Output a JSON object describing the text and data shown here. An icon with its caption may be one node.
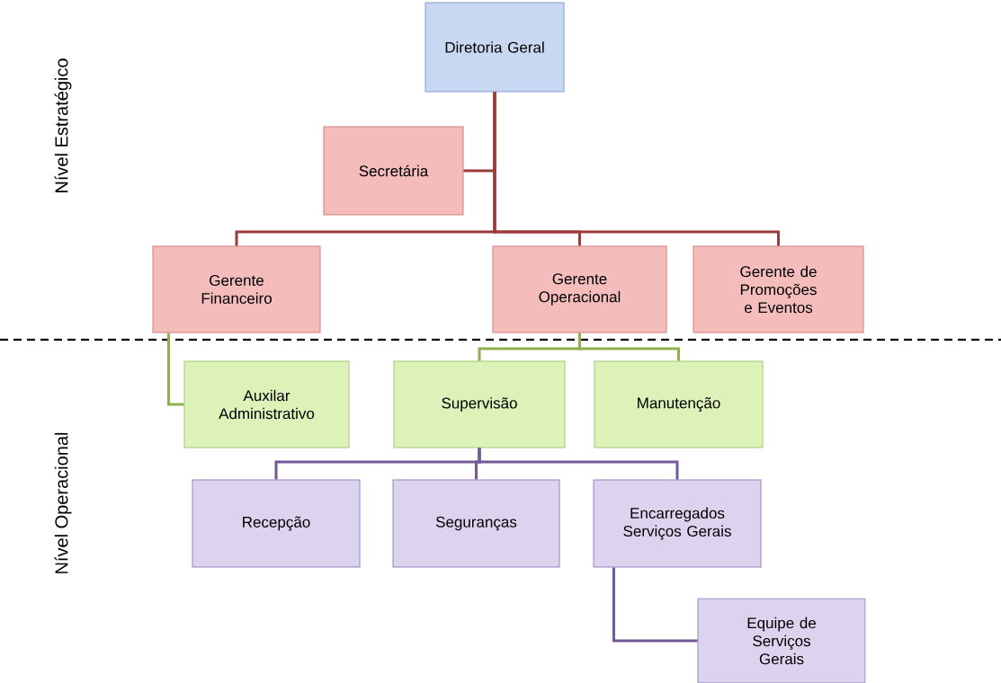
{
  "diagram": {
    "nodes": [
      {
        "text": [
          "Diretoria Geral"
        ]
      },
      {
        "text": [
          "Secretária"
        ]
      },
      {
        "text": [
          "Gerente Financeiro"
        ]
      },
      {
        "text": [
          "Gerente Operacional"
        ]
      },
      {
        "text": [
          "Gerente de Promoções e Eventos"
        ]
      },
      {
        "text": [
          "Auxilar Administrativo"
        ]
      },
      {
        "text": [
          "Supervisão"
        ]
      },
      {
        "text": [
          "Manutenção"
        ]
      },
      {
        "text": [
          "Recepção"
        ]
      },
      {
        "text": [
          "Seguranças"
        ]
      },
      {
        "text": [
          "Encarregados Serviços Gerais"
        ]
      },
      {
        "text": [
          "Equipe de Serviços Gerais"
        ]
      }
    ],
    "edges": [
      {
        "from": 0,
        "to": 1,
        "arrow": "none",
        "color": "#9b3b3a"
      },
      {
        "from": 0,
        "to": 2,
        "arrow": "none",
        "color": "#9b3b3a"
      },
      {
        "from": 0,
        "to": 3,
        "arrow": "none",
        "color": "#9b3b3a"
      },
      {
        "from": 0,
        "to": 4,
        "arrow": "none",
        "color": "#9b3b3a"
      },
      {
        "from": 2,
        "to": 5,
        "arrow": "none",
        "color": "#8fb04f"
      },
      {
        "from": 3,
        "to": 6,
        "arrow": "none",
        "color": "#8fb04f"
      },
      {
        "from": 3,
        "to": 7,
        "arrow": "none",
        "color": "#8fb04f"
      },
      {
        "from": 6,
        "to": 8,
        "arrow": "none",
        "color": "#735a96"
      },
      {
        "from": 6,
        "to": 9,
        "arrow": "none",
        "color": "#735a96"
      },
      {
        "from": 6,
        "to": 10,
        "arrow": "none",
        "color": "#735a96"
      },
      {
        "from": 10,
        "to": 11,
        "arrow": "none",
        "color": "#735a96"
      }
    ],
    "labels": [
      "Nível Estratégico",
      "Nível Operacional"
    ]
  }
}
